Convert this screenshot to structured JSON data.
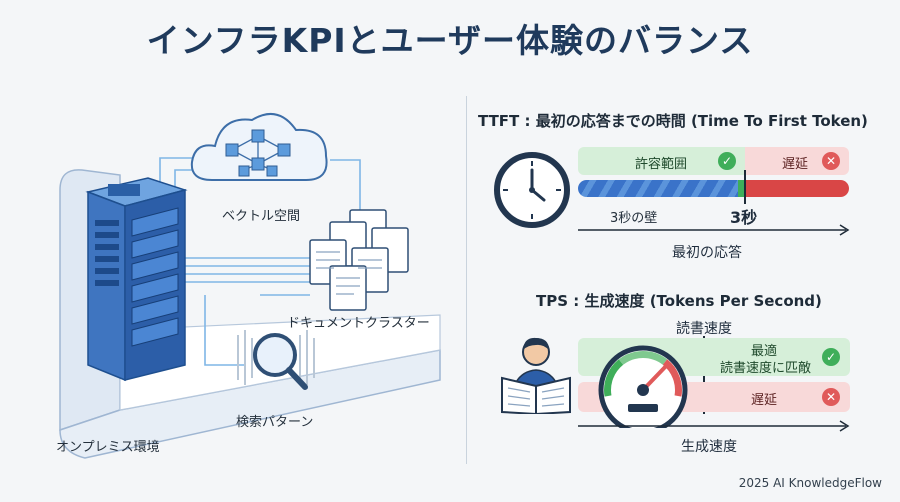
{
  "title": "インフラKPIとユーザー体験のバランス",
  "left": {
    "vector_space_label": "ベクトル空間",
    "document_cluster_label": "ドキュメントクラスター",
    "search_pattern_label": "検索パターン",
    "onprem_label": "オンプレミス環境"
  },
  "ttft": {
    "heading": "TTFT : 最初の応答までの時間 (Time To First Token)",
    "acceptable_label": "許容範囲",
    "delay_label": "遅延",
    "wall_label": "3秒の壁",
    "threshold_label": "3秒",
    "axis_label": "最初の応答",
    "colors": {
      "ok": "#3fae5a",
      "bad": "#e05a5a",
      "bar_blue": "#3a73c9"
    }
  },
  "tps": {
    "heading": "TPS : 生成速度 (Tokens Per Second)",
    "reading_speed_label": "読書速度",
    "optimal_line1": "最適",
    "optimal_line2": "読書速度に匹敵",
    "delay_label": "遅延",
    "axis_label": "生成速度"
  },
  "footer": "2025 AI KnowledgeFlow"
}
